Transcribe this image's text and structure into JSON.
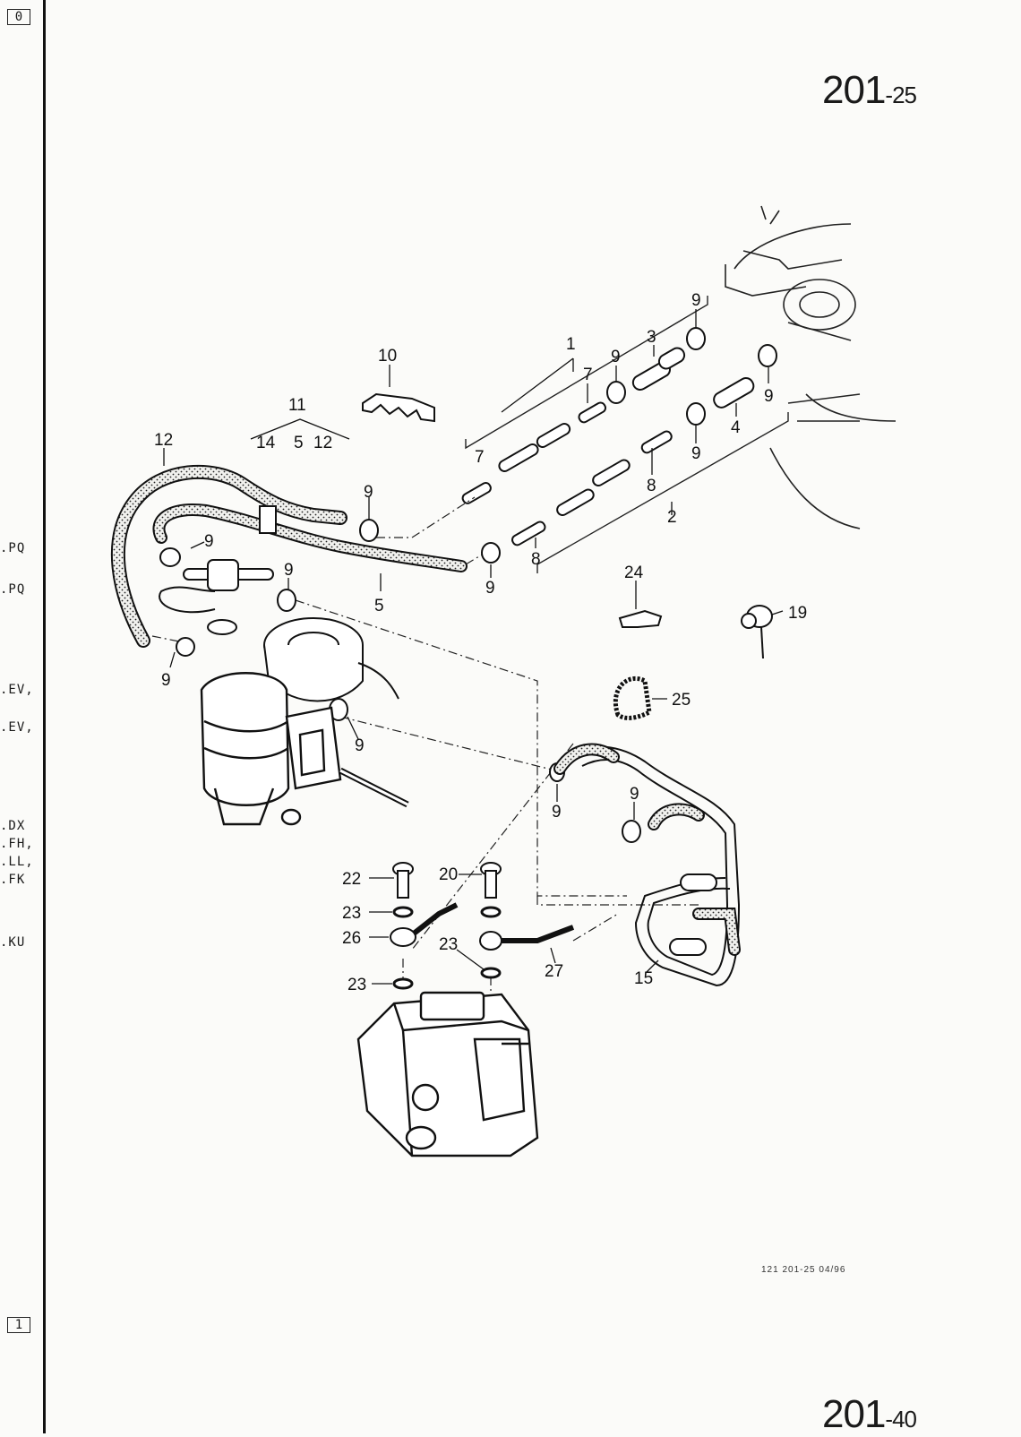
{
  "page": {
    "number_main": "201",
    "number_sub": "-25",
    "next_number_main": "201",
    "next_number_sub": "-40",
    "footer_ref": "121   201-25   04/96"
  },
  "margin": {
    "box_top": "0",
    "box_bottom": "1",
    "codes": [
      ".PQ",
      ".PQ",
      ".EV,",
      ".EV,",
      ".DX",
      ".FH,",
      ".LL,",
      ".FK",
      ".KU"
    ]
  },
  "callouts": {
    "c1": "1",
    "c2": "2",
    "c3": "3",
    "c4": "4",
    "c5": "5",
    "c7": "7",
    "c8": "8",
    "c9": "9",
    "c10": "10",
    "c11": "11",
    "c12": "12",
    "c14": "14",
    "c15": "15",
    "c19": "19",
    "c20": "20",
    "c22": "22",
    "c23": "23",
    "c24": "24",
    "c25": "25",
    "c26": "26",
    "c27": "27"
  }
}
